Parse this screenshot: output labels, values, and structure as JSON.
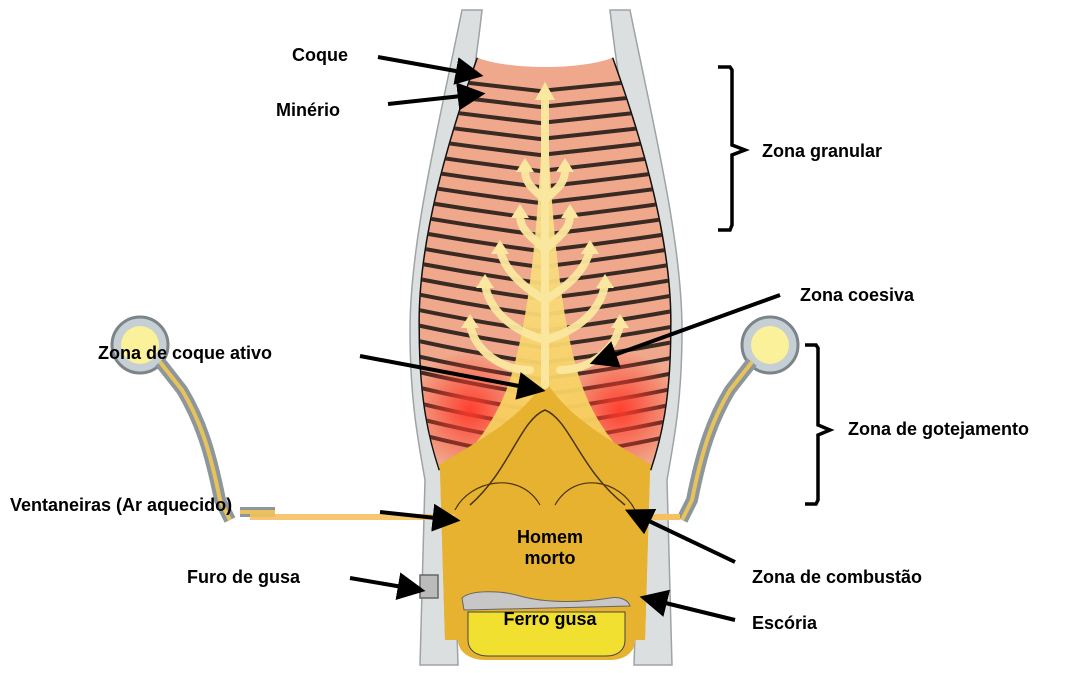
{
  "diagram": {
    "labels": {
      "coque": "Coque",
      "minerio": "Minério",
      "zona_granular": "Zona granular",
      "zona_coesiva": "Zona coesiva",
      "zona_coque_ativo": "Zona de coque ativo",
      "zona_gotejamento": "Zona de gotejamento",
      "ventaneiras": "Ventaneiras (Ar aquecido)",
      "furo_gusa": "Furo de gusa",
      "zona_combustao": "Zona de combustão",
      "escoria": "Escória",
      "homem_morto_1": "Homem",
      "homem_morto_2": "morto",
      "ferro_gusa": "Ferro gusa"
    },
    "colors": {
      "wall": "#dcdfe0",
      "wall_edge": "#9ea3a5",
      "coke": "#f0a88c",
      "ore": "#3a2a24",
      "gas": "#fbe8a0",
      "dead_man": "#e6b230",
      "hot_zone": "#f25040",
      "iron": "#f2e030",
      "slag": "#c7c7c7"
    }
  }
}
